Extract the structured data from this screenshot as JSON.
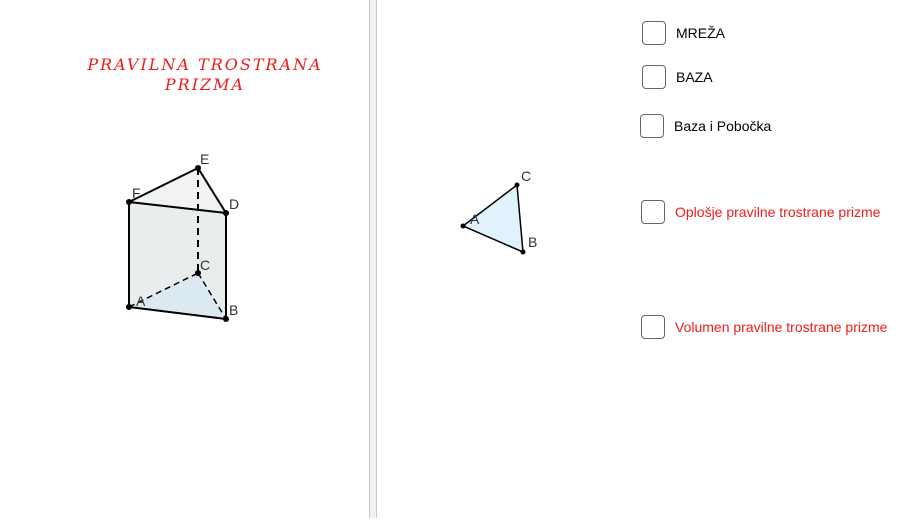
{
  "left_panel": {
    "title_line1": "PRAVILNA TROSTRANA",
    "title_line2": "PRIZMA",
    "prism_labels": {
      "A": "A",
      "B": "B",
      "C": "C",
      "D": "D",
      "E": "E",
      "F": "F"
    }
  },
  "right_panel": {
    "triangle_labels": {
      "A": "A",
      "B": "B",
      "C": "C"
    },
    "checkboxes": [
      {
        "label": "MREŽA",
        "checked": false
      },
      {
        "label": "BAZA",
        "checked": false
      },
      {
        "label": "Baza i Pobočka",
        "checked": false
      },
      {
        "label": "Oplošje pravilne trostrane prizme",
        "checked": false
      },
      {
        "label": "Volumen pravilne trostrane prizme",
        "checked": false
      }
    ]
  },
  "colors": {
    "accent_red": "#ee1c1c",
    "base_fill": "#dbeaf0",
    "face_fill": "#e8eeee"
  }
}
